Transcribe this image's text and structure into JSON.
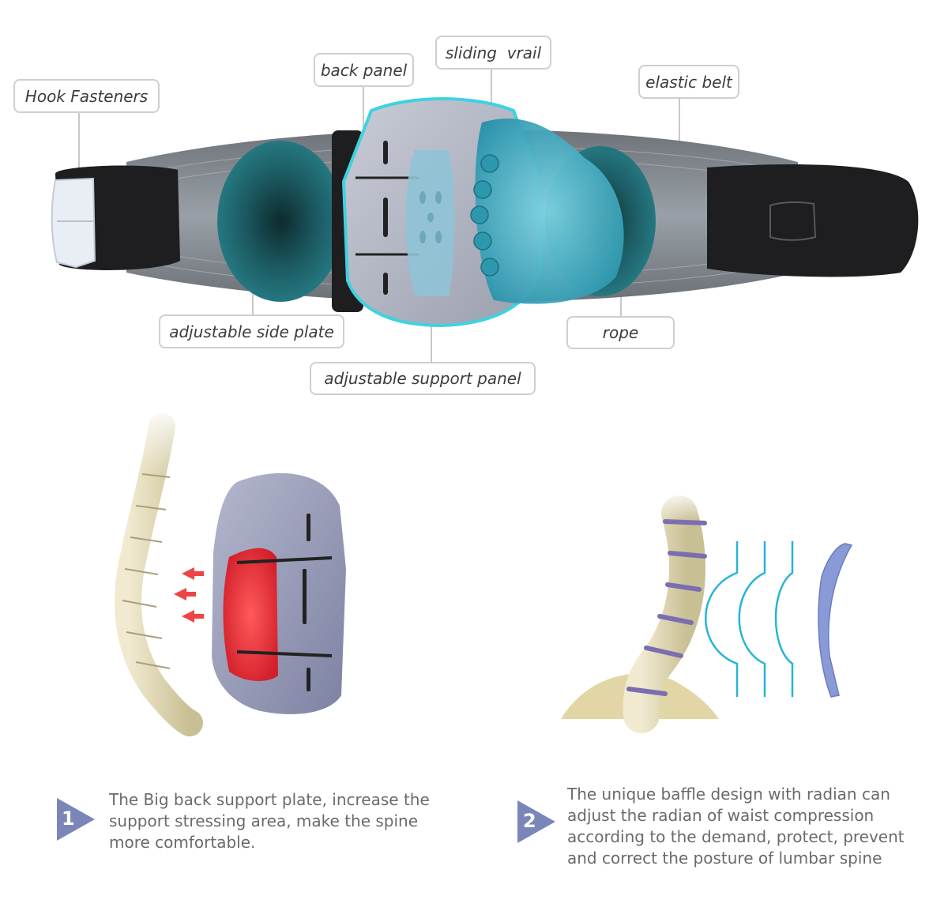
{
  "callouts": {
    "hook_fasteners": "Hook Fasteners",
    "back_panel": "back panel",
    "sliding_vrail": "sliding  vrail",
    "elastic_belt": "elastic belt",
    "adjustable_side_plate": "adjustable side plate",
    "rope": "rope",
    "adjustable_support_panel": "adjustable support panel"
  },
  "features": [
    {
      "number": "1",
      "lines": [
        "The Big back support plate, increase the",
        "support stressing area, make the spine",
        "more comfortable."
      ]
    },
    {
      "number": "2",
      "lines": [
        "The unique baffle design with radian can",
        "adjust the radian of waist compression",
        "according to the demand, protect, prevent",
        "and correct the posture of lumbar spine"
      ]
    }
  ],
  "colors": {
    "badge": "#7b86b8",
    "belt_grey": "#8a8f96",
    "belt_black": "#1e1e20",
    "teal_pad": "#1f6f78",
    "cyan_accent": "#22b6c8",
    "plate_grey": "#a6aabb",
    "heat_red": "#e23a3a"
  }
}
